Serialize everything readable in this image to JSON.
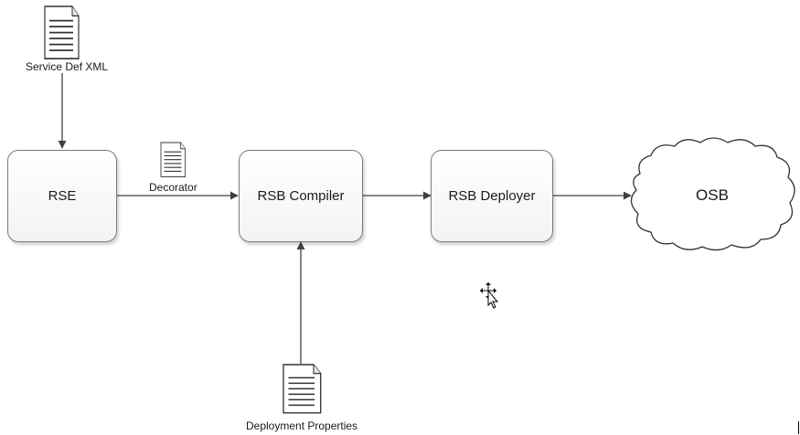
{
  "nodes": {
    "rse": "RSE",
    "compiler": "RSB Compiler",
    "deployer": "RSB Deployer",
    "osb": "OSB"
  },
  "documents": {
    "service_def": "Service Def XML",
    "decorator": "Decorator",
    "deployment": "Deployment Properties"
  },
  "icons": {
    "document": "document-icon",
    "cloud": "cloud-shape",
    "cursor": "move-cursor-icon"
  },
  "colors": {
    "stroke": "#404040",
    "box_border": "#7a7a7a",
    "box_fill": "#f3f3f3"
  }
}
